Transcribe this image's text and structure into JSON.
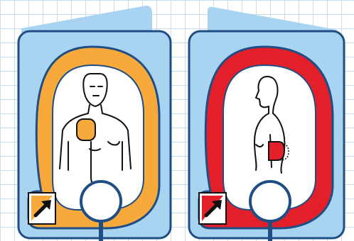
{
  "colors": {
    "card_fill": "#a8d4f2",
    "card_stroke": "#1f4e85",
    "grid_line": "#c9dcf0",
    "pad_front_orange": "#f8a93c",
    "pad_side_red": "#e3202a",
    "body_outline": "#111111",
    "connector_ring": "#1f4e85",
    "cable": "#1f4e85"
  },
  "pads": [
    {
      "view": "front",
      "placement": "upper-right-chest",
      "icon": "peel-arrow-icon"
    },
    {
      "view": "side",
      "placement": "lower-left-ribs",
      "icon": "peel-arrow-icon"
    }
  ]
}
